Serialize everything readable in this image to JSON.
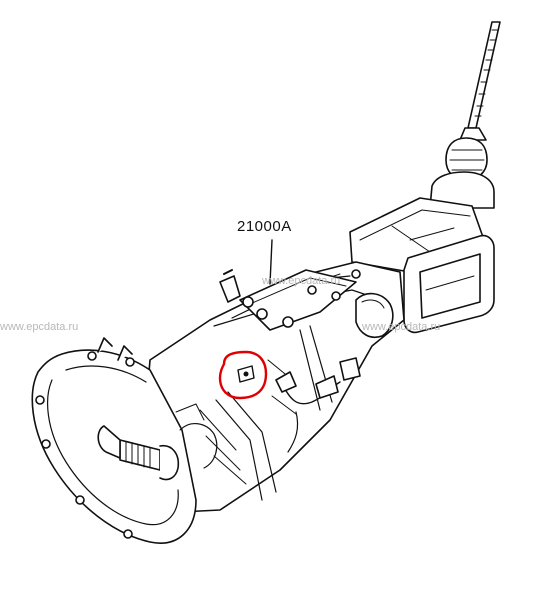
{
  "diagram": {
    "part_number_label": "21000A",
    "highlight_color": "#e00000",
    "line_color": "#111111"
  },
  "watermarks": {
    "left": "www.epcdata.ru",
    "middle": "www.epcdata.ru",
    "right": "www.epcdata.ru"
  }
}
